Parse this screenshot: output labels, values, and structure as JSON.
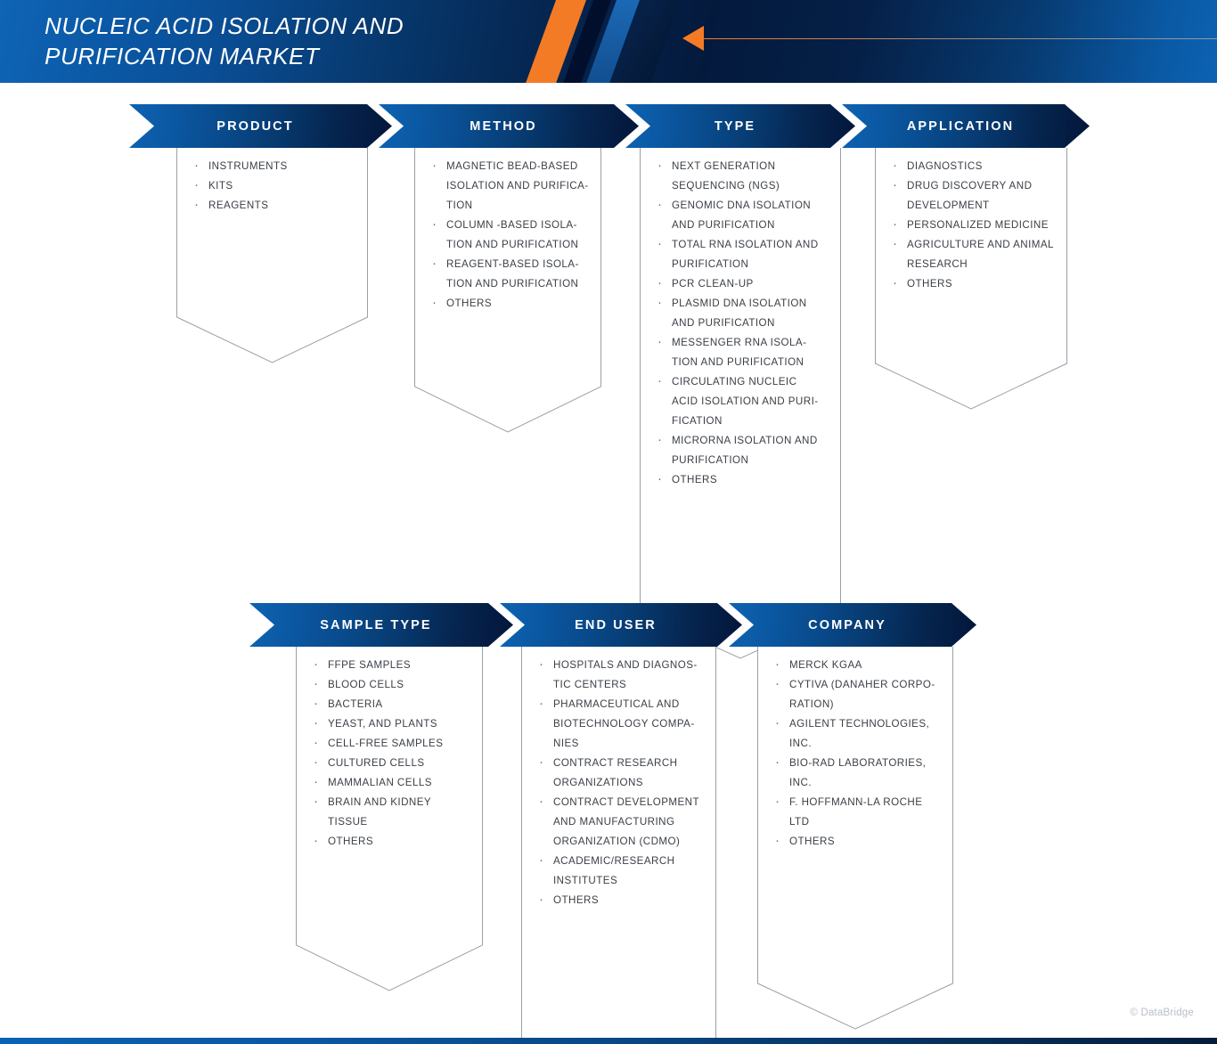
{
  "header": {
    "title": "NUCLEIC ACID ISOLATION AND\nPURIFICATION MARKET",
    "accent_orange": "#f47b25",
    "brand_blue": "#0b58a3",
    "navy": "#04163a"
  },
  "footer": {
    "copyright": "© DataBridge"
  },
  "segments": [
    {
      "key": "product",
      "title": "PRODUCT",
      "items": [
        "INSTRUMENTS",
        "KITS",
        "REAGENTS"
      ]
    },
    {
      "key": "method",
      "title": "METHOD",
      "items": [
        "MAGNETIC BEAD-BASED\nISOLATION AND PURIFICA-\nTION",
        "COLUMN -BASED ISOLA-\nTION AND PURIFICATION",
        "REAGENT-BASED ISOLA-\nTION AND PURIFICATION",
        "OTHERS"
      ]
    },
    {
      "key": "type",
      "title": "TYPE",
      "items": [
        "NEXT GENERATION\nSEQUENCING (NGS)",
        "GENOMIC DNA ISOLATION\nAND PURIFICATION",
        "TOTAL RNA ISOLATION AND\nPURIFICATION",
        "PCR CLEAN-UP",
        "PLASMID DNA ISOLATION\nAND PURIFICATION",
        "MESSENGER RNA ISOLA-\nTION AND PURIFICATION",
        "CIRCULATING NUCLEIC\nACID ISOLATION AND PURI-\nFICATION",
        "MICRORNA ISOLATION AND\nPURIFICATION",
        "OTHERS"
      ]
    },
    {
      "key": "application",
      "title": "APPLICATION",
      "items": [
        "DIAGNOSTICS",
        "DRUG DISCOVERY AND\nDEVELOPMENT",
        "PERSONALIZED MEDICINE",
        "AGRICULTURE AND ANIMAL\nRESEARCH",
        "OTHERS"
      ]
    },
    {
      "key": "sample-type",
      "title": "SAMPLE TYPE",
      "items": [
        "FFPE SAMPLES",
        "BLOOD CELLS",
        "BACTERIA",
        "YEAST, AND PLANTS",
        "CELL-FREE SAMPLES",
        "CULTURED CELLS",
        "MAMMALIAN CELLS",
        "BRAIN AND KIDNEY TISSUE",
        "OTHERS"
      ]
    },
    {
      "key": "end-user",
      "title": "END USER",
      "items": [
        "HOSPITALS AND DIAGNOS-\nTIC CENTERS",
        " PHARMACEUTICAL AND\nBIOTECHNOLOGY COMPA-\nNIES",
        "CONTRACT RESEARCH\nORGANIZATIONS",
        "CONTRACT DEVELOPMENT\nAND MANUFACTURING\nORGANIZATION (CDMO)",
        "ACADEMIC/RESEARCH\nINSTITUTES",
        "OTHERS"
      ]
    },
    {
      "key": "company",
      "title": "COMPANY",
      "items": [
        "MERCK KGAA",
        "CYTIVA (DANAHER CORPO-\nRATION)",
        "AGILENT TECHNOLOGIES,\nINC.",
        "BIO-RAD LABORATORIES,\nINC.",
        "F. HOFFMANN-LA ROCHE\nLTD",
        "OTHERS"
      ]
    }
  ]
}
